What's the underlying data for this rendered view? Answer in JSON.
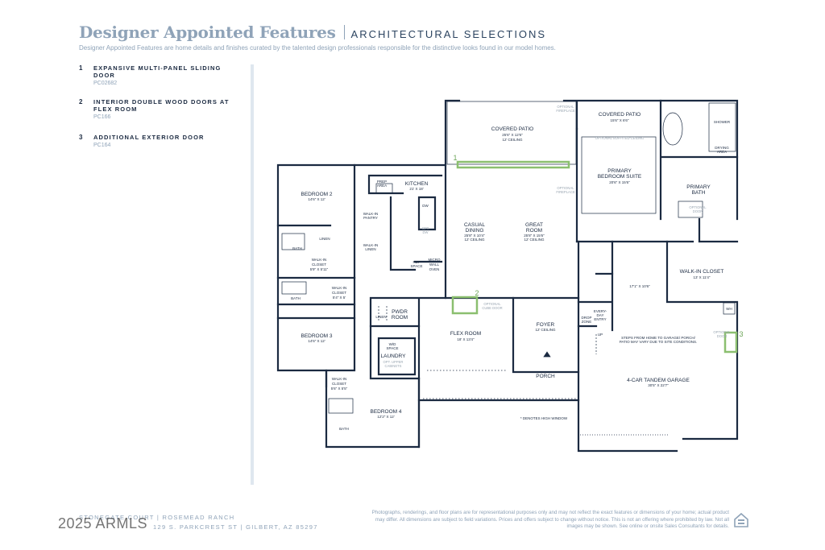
{
  "header": {
    "title": "Designer Appointed Features",
    "subtitle": "ARCHITECTURAL SELECTIONS",
    "intro": "Designer Appointed Features are home details and finishes curated by the talented design professionals responsible for the distinctive looks found in our model homes."
  },
  "features": [
    {
      "number": "1",
      "title": "EXPANSIVE MULTI-PANEL SLIDING DOOR",
      "code": "PC02682"
    },
    {
      "number": "2",
      "title": "INTERIOR DOUBLE WOOD DOORS AT FLEX ROOM",
      "code": "PC166"
    },
    {
      "number": "3",
      "title": "ADDITIONAL EXTERIOR DOOR",
      "code": "PC164"
    }
  ],
  "rooms": {
    "covered_patio": {
      "name": "COVERED PATIO",
      "size": "25'6\" X 12'6\"",
      "note": "12' CEILING"
    },
    "covered_patio_2": {
      "name": "COVERED PATIO",
      "size": "15'6\" X 6'6\""
    },
    "primary_suite": {
      "name": "PRIMARY",
      "name2": "BEDROOM SUITE",
      "size": "20'6\" X 15'6\""
    },
    "primary_bath": {
      "name": "PRIMARY",
      "name2": "BATH"
    },
    "shower": "SHOWER",
    "drying": "DRYING",
    "drying2": "AREA",
    "kitchen": {
      "name": "KITCHEN",
      "size": "21' X 18'"
    },
    "prep": "PREP",
    "prep2": "AREA",
    "walkin_pantry": "WALK-IN",
    "walkin_pantry2": "PANTRY",
    "walkin_linen": "WALK-IN",
    "walkin_linen2": "LINEN",
    "casual_dining": {
      "name": "CASUAL",
      "name2": "DINING",
      "size": "25'8\" X 10'4\"",
      "note": "12' CEILING"
    },
    "great_room": {
      "name": "GREAT",
      "name2": "ROOM",
      "size": "25'8\" X 15'6\"",
      "note": "12' CEILING"
    },
    "bedroom2": {
      "name": "BEDROOM 2",
      "size": "14'6\" X 12'"
    },
    "bedroom3": {
      "name": "BEDROOM 3",
      "size": "14'6\" X 12'"
    },
    "bedroom4": {
      "name": "BEDROOM 4",
      "size": "12'2\" X 12'"
    },
    "bath": "BATH",
    "linen": "LINEN",
    "wic_1": {
      "name": "WALK-IN",
      "name2": "CLOSET",
      "size": "5'9\" X 5'11\""
    },
    "wic_2": {
      "name": "WALK-IN",
      "name2": "CLOSET",
      "size": "5'4\" X 5'"
    },
    "wic_3": {
      "name": "WALK-IN",
      "name2": "CLOSET",
      "size": "5'6\" X 5'5\""
    },
    "wic_primary": {
      "name": "WALK-IN CLOSET",
      "size": "13' X 11'4\""
    },
    "flex": {
      "name": "FLEX ROOM",
      "size": "18' X 13'4\""
    },
    "foyer": {
      "name": "FOYER",
      "note": "12' CEILING"
    },
    "porch": "PORCH",
    "pwdr": "PWDR",
    "pwdr2": "ROOM",
    "laundry": "LAUNDRY",
    "wd": "W/D",
    "wd2": "SPACE",
    "garage": {
      "name": "4-CAR TANDEM GARAGE",
      "size": "30'5\" X 22'7\""
    },
    "garage_space": "17'1\" X 10'6\"",
    "everyday": "EVERY-",
    "everyday2": "DAY",
    "everyday3": "ENTRY",
    "drop": "DROP",
    "drop2": "ZONE",
    "up": "UP",
    "wh": "WH",
    "ref": "REF",
    "ref2": "SPACE",
    "micro": "MICRO",
    "micro2": "WALL",
    "micro3": "OVEN",
    "dw": "DW",
    "opt_dw": "OPT",
    "opt_dw2": "DW"
  },
  "notes": {
    "optional_fireplace": "OPTIONAL",
    "optional_fireplace2": "FIREPLACE",
    "optional_soffited": "OPTIONAL SOFFITED CEILING",
    "optional_door": "OPTIONAL",
    "optional_door2": "DOOR",
    "optional_cube": "OPTIONAL",
    "optional_cube2": "CUBE DOOR",
    "opt_upper": "OPT. UPPER",
    "opt_upper2": "CABINETS",
    "steps": "STEPS FROM HOME TO GARAGE/ PORCH/",
    "steps2": "PATIO MAY VARY DUE TO SITE CONDITIONS.",
    "high_window": "* DENOTES HIGH WINDOW",
    "optional_ext": "OPTIONAL",
    "optional_ext2": "DOOR"
  },
  "markers": {
    "m1": "1",
    "m2": "2",
    "m3": "3"
  },
  "footer": {
    "community": "STONEGATE COURT  |  ROSEMEAD RANCH",
    "address": "129 S. PARKCREST ST  |  GILBERT, AZ 85297",
    "watermark": "2025 ARMLS",
    "disclaimer": "Photographs, renderings, and floor plans are for representational purposes only and may not reflect the exact features or dimensions of your home; actual product may differ. All dimensions are subject to field variations. Prices and offers subject to change without notice. This is not an offering where prohibited by law. Not all images may be shown. See online or onsite Sales Consultants for details."
  },
  "colors": {
    "accent": "#8fa3b8",
    "navy": "#1b2a41",
    "highlight": "#8bbf6f"
  }
}
